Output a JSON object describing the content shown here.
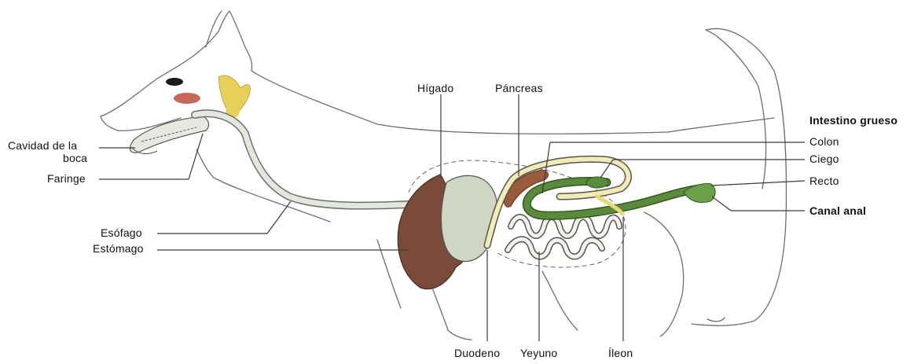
{
  "labels": {
    "cavidad_line1": "Cavidad de la",
    "cavidad_line2": "boca",
    "faringe": "Faringe",
    "esofago": "Esófago",
    "estomago": "Estómago",
    "higado": "Hígado",
    "pancreas": "Páncreas",
    "intestino_grueso": "Intestino grueso",
    "colon": "Colon",
    "ciego": "Ciego",
    "recto": "Recto",
    "canal_anal": "Canal anal",
    "duodeno": "Duodeno",
    "yeyuno": "Yeyuno",
    "ileon": "Íleon"
  },
  "colors": {
    "outline": "#6e6e6e",
    "leader": "#3a3a3a",
    "liver": "#7a4a3a",
    "stomach": "#cfd6c4",
    "esophagus": "#e3e8dc",
    "pancreas": "#9a5a3c",
    "duodenum": "#f2ecb4",
    "small_intestine": "#f4f2ea",
    "colon": "#5a8a3a",
    "rectum": "#6aa048",
    "salivary": "#e8cf5a",
    "cheek": "#c8675a"
  }
}
